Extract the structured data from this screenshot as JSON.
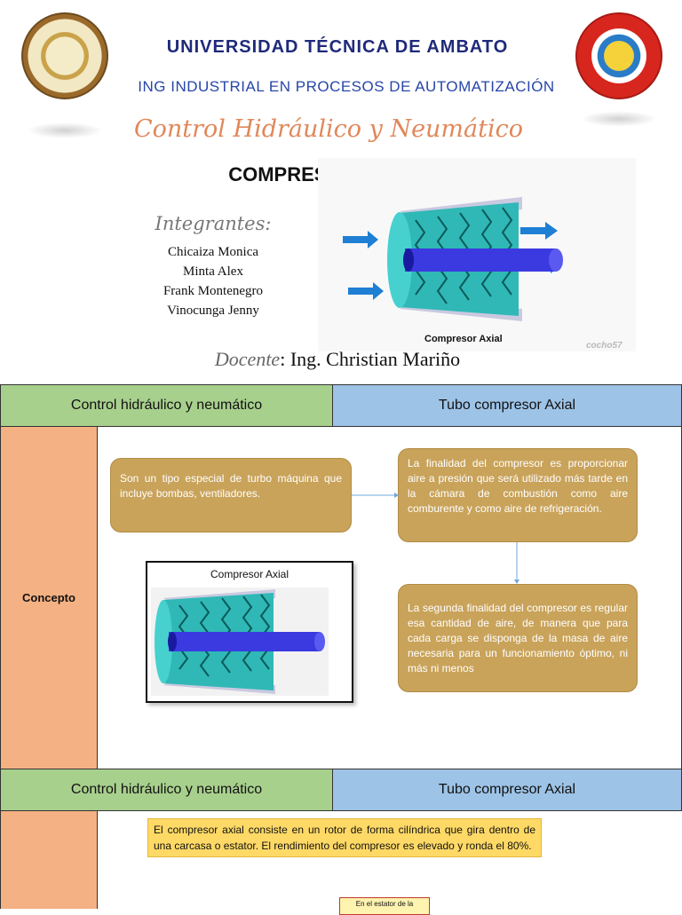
{
  "header": {
    "university": "UNIVERSIDAD TÉCNICA DE AMBATO",
    "career": "ING INDUSTRIAL EN PROCESOS DE AUTOMATIZACIÓN",
    "course": "Control Hidráulico y Neumático",
    "topic": "COMPRESOR AXIAL",
    "members_title": "Integrantes:",
    "members": [
      "Chicaiza Monica",
      "Minta Alex",
      "Frank Montenegro",
      "Vinocunga Jenny"
    ],
    "docente_label": "Docente",
    "docente_name": ": Ing. Christian Mariño",
    "hero_caption": "Compresor Axial",
    "hero_watermark": "cocho57"
  },
  "table": {
    "header_left": "Control hidráulico y neumático",
    "header_right": "Tubo compresor Axial",
    "section1": {
      "label": "Concepto",
      "box1": "Son un tipo especial de turbo máquina que incluye bombas, ventiladores.",
      "box2": "La finalidad del compresor es proporcionar aire a presión que será utilizado más tarde en la cámara de combustión como aire comburente y como aire de refrigeración.",
      "box3": "La segunda finalidad del compresor es regular esa cantidad de aire, de manera que para cada carga se disponga de la masa de aire necesaria para un funcionamiento óptimo, ni más ni menos",
      "figure_caption": "Compresor Axial"
    },
    "section2": {
      "text": "El compresor axial consiste en un rotor de forma cilíndrica que gira dentro de una carcasa o estator. El rendimiento del compresor es elevado y ronda el 80%.",
      "note": "En el estator de la"
    }
  },
  "colors": {
    "header_green": "#a8d08d",
    "header_blue": "#9dc3e6",
    "side_orange": "#f4b183",
    "box_gold": "#c9a35a",
    "box_yellow": "#ffd966",
    "title_navy": "#1f2a7a",
    "course_orange": "#e0885a"
  }
}
